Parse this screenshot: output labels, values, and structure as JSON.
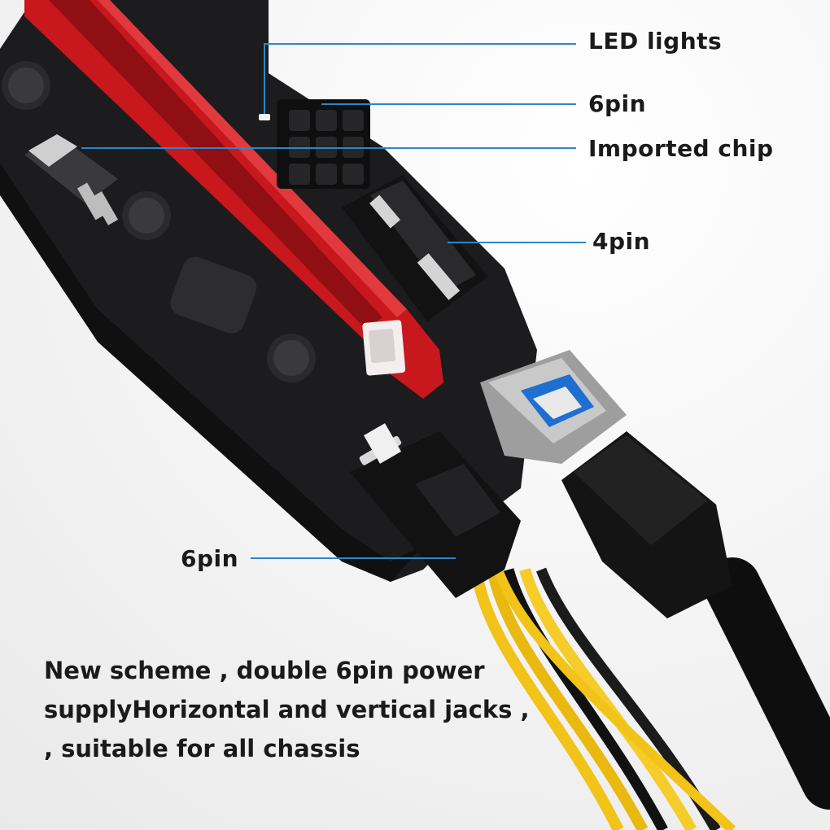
{
  "callouts": {
    "led_lights": "LED lights",
    "six_pin_top": "6pin",
    "imported_chip": "Imported chip",
    "four_pin": "4pin",
    "six_pin_bottom": "6pin"
  },
  "caption": {
    "line1": "New scheme , double 6pin power",
    "line2": "supplyHorizontal and vertical jacks ,",
    "line3": ", suitable for all chassis"
  },
  "colors": {
    "pcb": "#1c1c1e",
    "slot": "#c8171d",
    "callout_line": "#2e86c9",
    "usb_blue": "#1f6fd1",
    "wire_yellow": "#f2c318"
  }
}
